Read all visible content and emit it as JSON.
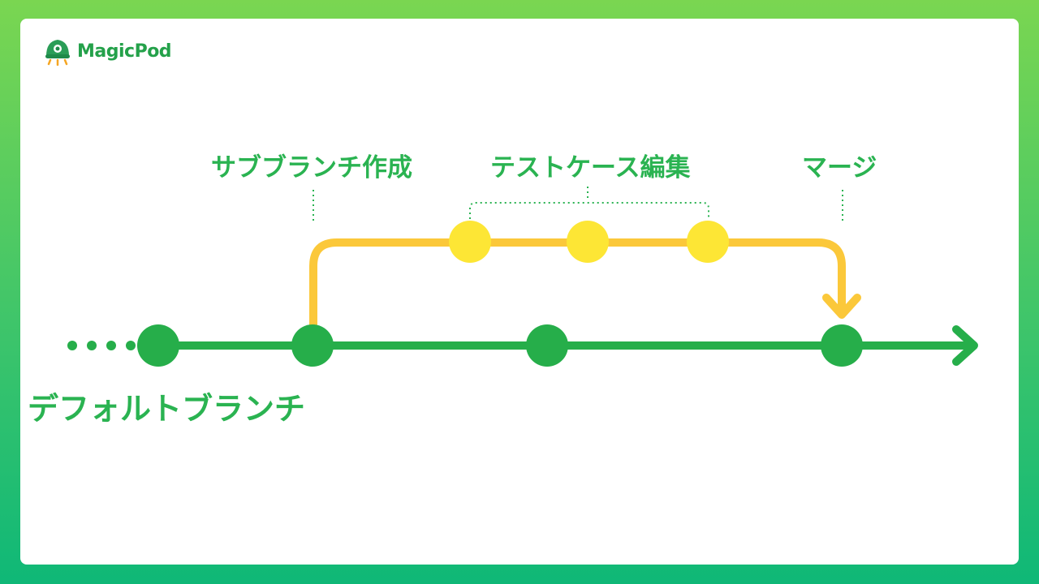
{
  "brand": {
    "name": "MagicPod",
    "color": "#24a14a"
  },
  "labels": {
    "create_sub_branch": "サブブランチ作成",
    "edit_test_cases": "テストケース編集",
    "merge": "マージ",
    "default_branch": "デフォルトブランチ"
  },
  "colors": {
    "main_branch": "#26ae4a",
    "sub_branch_line": "#fbc83a",
    "sub_branch_commit": "#fde635",
    "label_text": "#2ab351"
  },
  "diagram": {
    "main_branch_commits": 4,
    "sub_branch_commits": 3
  }
}
